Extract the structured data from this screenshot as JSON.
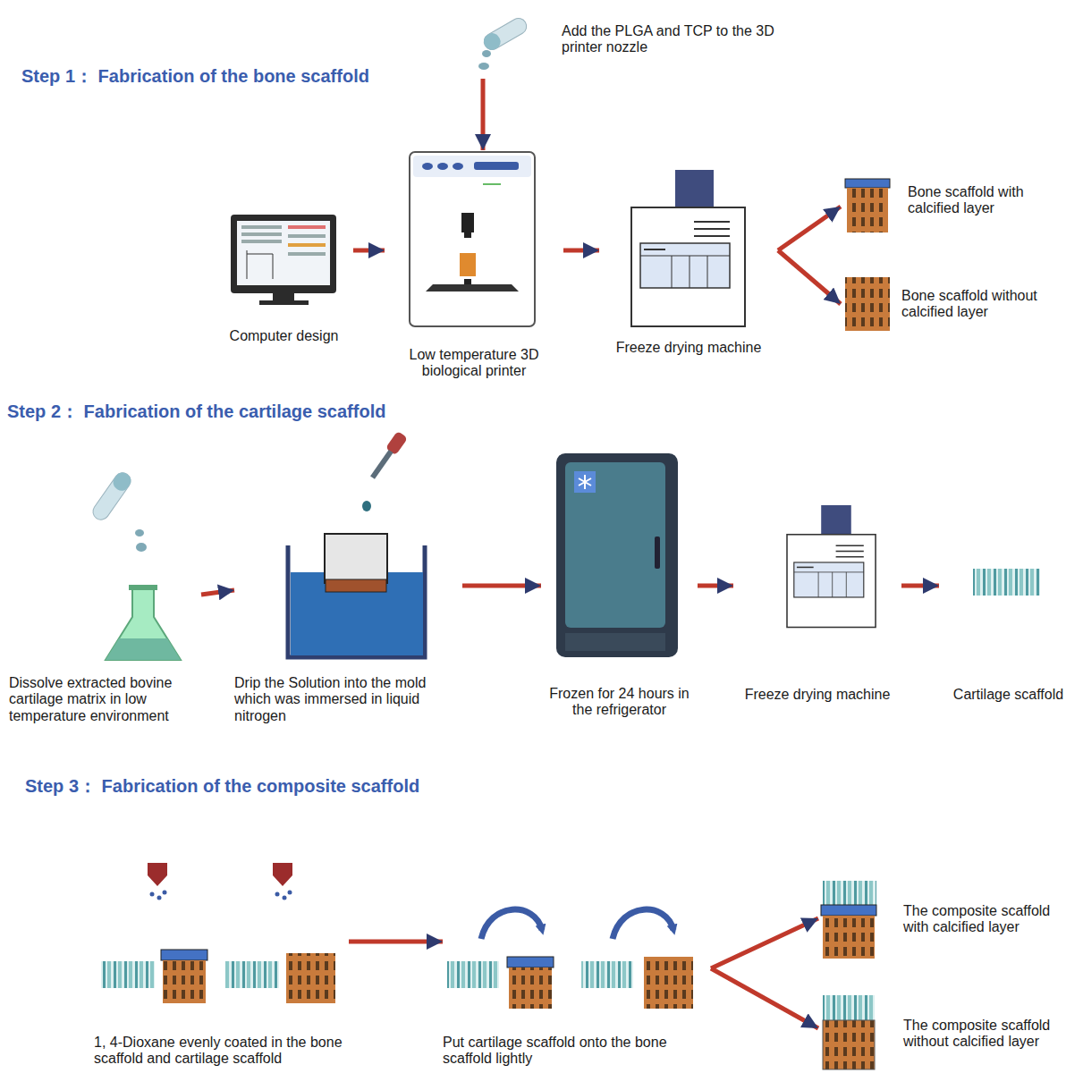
{
  "diagram": {
    "nodes": [
      {
        "text": [
          "Add the PLGA and TCP to the 3D printer nozzle"
        ]
      },
      {
        "text": [
          "Computer design"
        ]
      },
      {
        "text": [
          "Low temperature 3D biological printer"
        ]
      },
      {
        "text": [
          "Freeze drying machine"
        ]
      },
      {
        "text": [
          "Bone scaffold with calcified layer"
        ]
      },
      {
        "text": [
          "Bone scaffold without calcified layer"
        ]
      },
      {
        "text": [
          "Dissolve extracted bovine cartilage matrix in low temperature environment"
        ]
      },
      {
        "text": [
          "Drip the Solution into the mold which was immersed in liquid nitrogen"
        ]
      },
      {
        "text": [
          "Frozen for 24 hours in the refrigerator"
        ]
      },
      {
        "text": [
          "Freeze drying machine"
        ]
      },
      {
        "text": [
          "Cartilage scaffold"
        ]
      },
      {
        "text": [
          "1, 4-Dioxane evenly coated in the bone scaffold and cartilage scaffold"
        ]
      },
      {
        "text": [
          "Put cartilage scaffold onto the bone scaffold lightly"
        ]
      },
      {
        "text": [
          "The composite scaffold with calcified layer"
        ]
      },
      {
        "text": [
          "The composite scaffold without calcified layer"
        ]
      }
    ],
    "edges": [
      {
        "from": 0,
        "to": 2,
        "arrow": "to"
      },
      {
        "from": 1,
        "to": 2,
        "arrow": "to"
      },
      {
        "from": 2,
        "to": 3,
        "arrow": "to"
      },
      {
        "from": 3,
        "to": 4,
        "arrow": "to"
      },
      {
        "from": 3,
        "to": 5,
        "arrow": "to"
      },
      {
        "from": 6,
        "to": 7,
        "arrow": "to"
      },
      {
        "from": 7,
        "to": 8,
        "arrow": "to"
      },
      {
        "from": 8,
        "to": 9,
        "arrow": "to"
      },
      {
        "from": 9,
        "to": 10,
        "arrow": "to"
      },
      {
        "from": 11,
        "to": 12,
        "arrow": "to"
      },
      {
        "from": 12,
        "to": 13,
        "arrow": "to"
      },
      {
        "from": 12,
        "to": 14,
        "arrow": "to"
      }
    ],
    "labels": [
      "Step 1： Fabrication of the bone scaffold",
      "Step 2： Fabrication of the cartilage scaffold",
      "Step 3： Fabrication of the composite scaffold"
    ]
  }
}
